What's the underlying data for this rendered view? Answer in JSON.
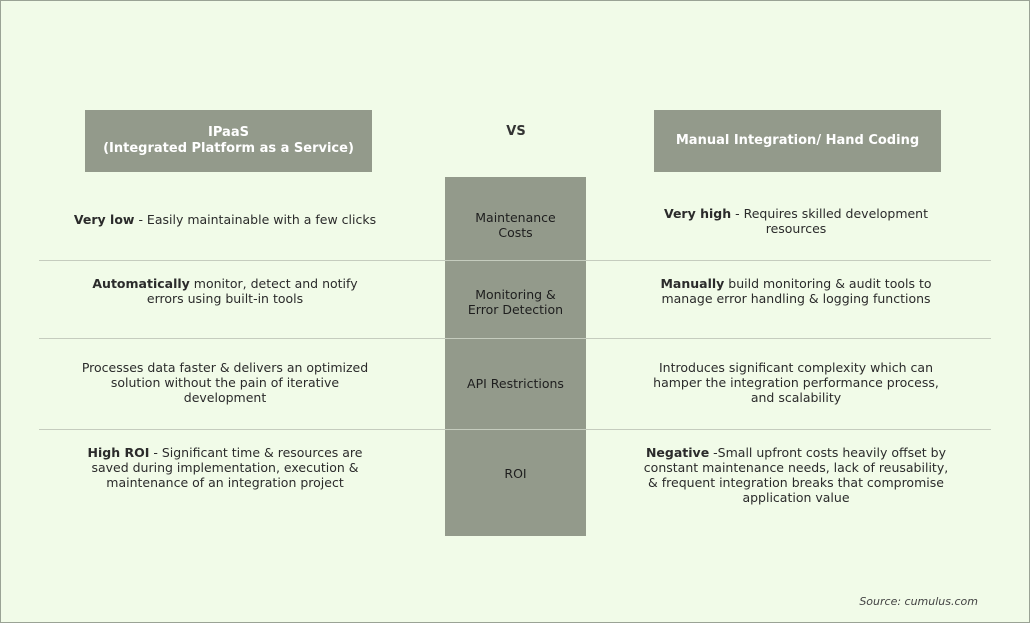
{
  "header": {
    "left_line1": "IPaaS",
    "left_line2": "(Integrated Platform as a Service)",
    "vs": "VS",
    "right": "Manual Integration/ Hand Coding"
  },
  "rows": [
    {
      "criterion": [
        "Maintenance",
        "Costs"
      ],
      "left_bold": "Very low",
      "left_text": " - Easily maintainable with a few clicks",
      "right_bold": "Very high",
      "right_text": " - Requires skilled development resources"
    },
    {
      "criterion": [
        "Monitoring &",
        "Error Detection"
      ],
      "left_bold": "Automatically",
      "left_text": " monitor, detect and notify errors using built-in tools",
      "right_bold": "Manually",
      "right_text": " build monitoring & audit tools to manage error handling & logging functions"
    },
    {
      "criterion": [
        "API Restrictions"
      ],
      "left_bold": "",
      "left_text": "Processes data faster &  delivers an optimized solution without the pain of iterative development",
      "right_bold": "",
      "right_text": "Introduces significant complexity which can hamper the integration performance process, and scalability"
    },
    {
      "criterion": [
        "ROI"
      ],
      "left_bold": "High ROI",
      "left_text": " -  Significant time & resources are saved during implementation, execution & maintenance of an integration project",
      "right_bold": "Negative",
      "right_text": " -Small upfront costs heavily offset by constant maintenance needs, lack of reusability, &  frequent integration breaks that compromise application value"
    }
  ],
  "source": "Source: cumulus.com",
  "colors": {
    "background": "#f1fbe8",
    "header_fill": "#939a8b",
    "header_text": "#ffffff",
    "divider": "#c5ccbe"
  }
}
